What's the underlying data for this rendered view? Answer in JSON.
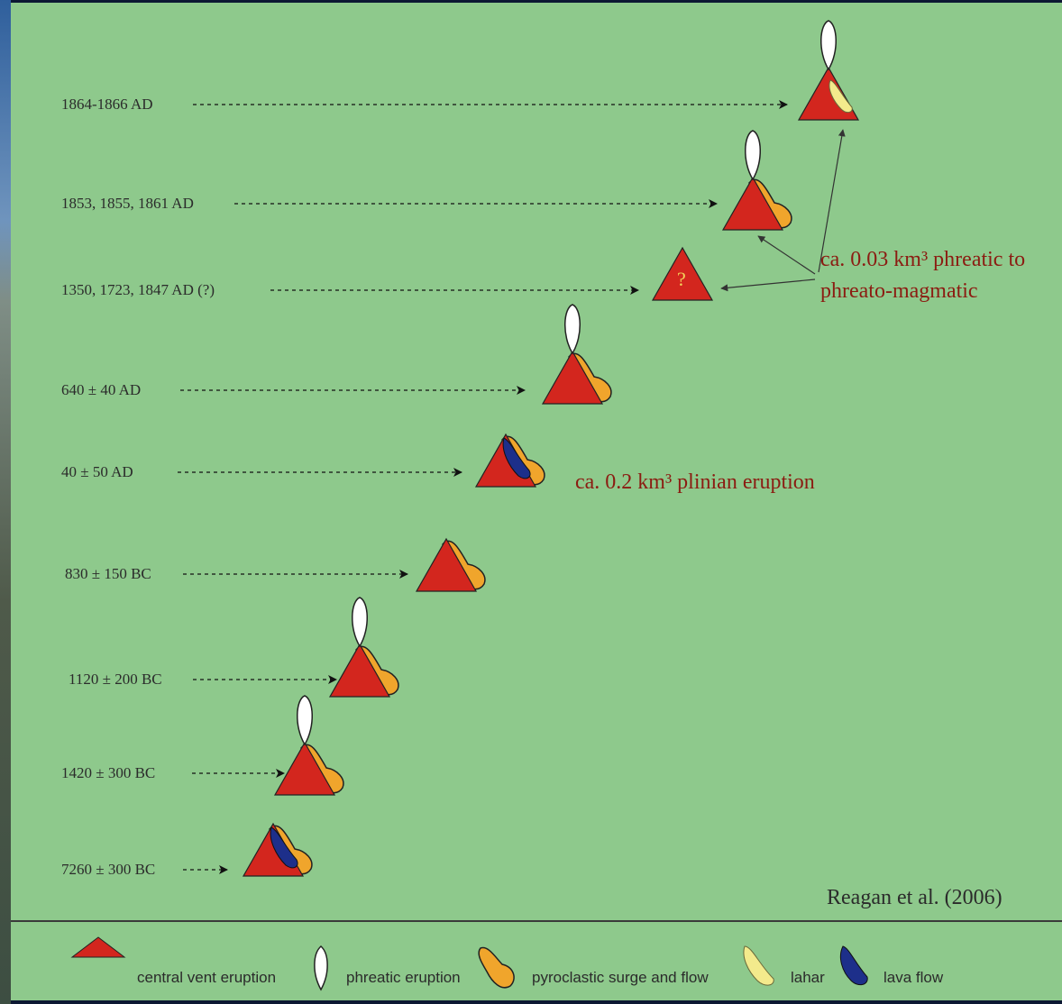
{
  "colors": {
    "background": "#8ec98c",
    "central_vent": "#d3261e",
    "phreatic": "#ffffff",
    "pyroclastic": "#f0a52c",
    "lahar": "#f3ea8c",
    "lava": "#1d2f8a",
    "annotation_text": "#8b1c12"
  },
  "eruptions": [
    {
      "label": "1864-1866 AD",
      "symbols": [
        "central-vent",
        "phreatic",
        "lahar"
      ]
    },
    {
      "label": "1853, 1855, 1861 AD",
      "symbols": [
        "central-vent",
        "phreatic",
        "pyroclastic"
      ]
    },
    {
      "label": "1350, 1723, 1847 AD (?)",
      "symbols": [
        "central-vent",
        "question"
      ],
      "question_mark": "?"
    },
    {
      "label": "640 ± 40 AD",
      "symbols": [
        "central-vent",
        "phreatic",
        "pyroclastic"
      ]
    },
    {
      "label": "40 ± 50 AD",
      "symbols": [
        "central-vent",
        "pyroclastic",
        "lava"
      ]
    },
    {
      "label": "830 ± 150 BC",
      "symbols": [
        "central-vent",
        "pyroclastic"
      ]
    },
    {
      "label": "1120 ± 200 BC",
      "symbols": [
        "central-vent",
        "phreatic",
        "pyroclastic"
      ]
    },
    {
      "label": "1420 ± 300 BC",
      "symbols": [
        "central-vent",
        "phreatic",
        "pyroclastic"
      ]
    },
    {
      "label": "7260 ± 300 BC",
      "symbols": [
        "central-vent",
        "pyroclastic",
        "lava"
      ]
    }
  ],
  "annotations": {
    "phreatic_line1": "ca. 0.03 km³ phreatic to",
    "phreatic_line2": "phreato-magmatic",
    "plinian": "ca. 0.2 km³ plinian eruption"
  },
  "credit": "Reagan et al. (2006)",
  "legend": [
    {
      "icon": "triangle-icon",
      "label": "central vent eruption"
    },
    {
      "icon": "phreatic-plume-icon",
      "label": "phreatic eruption"
    },
    {
      "icon": "pyroclastic-flow-icon",
      "label": "pyroclastic surge and flow"
    },
    {
      "icon": "lahar-icon",
      "label": "lahar"
    },
    {
      "icon": "lava-flow-icon",
      "label": "lava flow"
    }
  ]
}
